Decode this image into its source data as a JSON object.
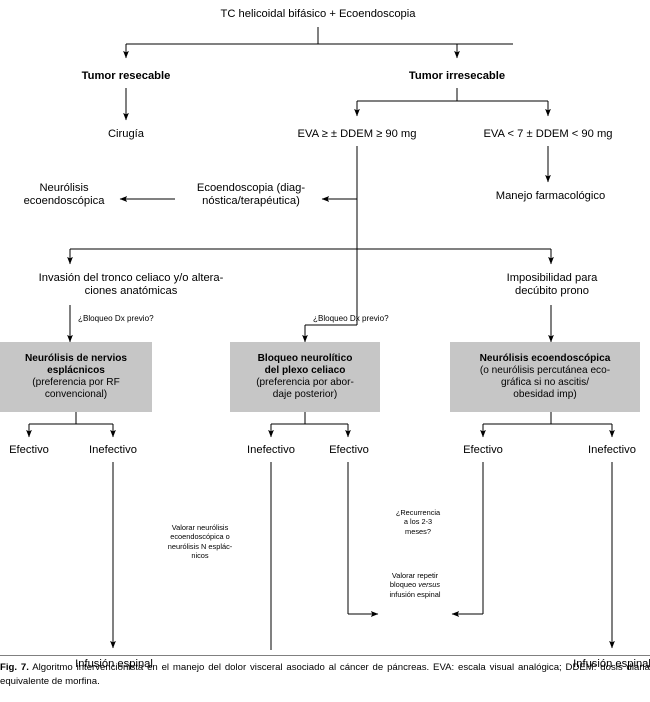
{
  "figure": {
    "label": "Fig. 7.",
    "caption": "Algoritmo intervencionista en el manejo del dolor visceral asociado al cáncer de páncreas. EVA: escala visual analógica; DDEM: dosis diaria equivalente de morfina.",
    "background_color": "#ffffff",
    "box_fill_color": "#c6c6c6",
    "line_color": "#000000"
  },
  "nodes": {
    "root": "TC helicoidal bifásico + Ecoendoscopia",
    "resectable": "Tumor resecable",
    "irresectable": "Tumor irresecable",
    "surgery": "Cirugía",
    "eva_high": "EVA ≥ ± DDEM ≥ 90 mg",
    "eva_low": "EVA < 7 ± DDEM < 90 mg",
    "pharma": "Manejo farmacológico",
    "echo_diag": "Ecoendoscopia (diag-\nnóstica/terapéutica)",
    "echo_neuro": "Neurólisis\necoendoscópica",
    "celiac_invasion": "Invasión del tronco celiaco y/o altera-\nciones anatómicas",
    "prone_impossible": "Imposibilidad para\ndecúbito prono",
    "q_block_left": "¿Bloqueo Dx previo?",
    "q_block_mid": "¿Bloqueo Dx previo?"
  },
  "boxes": [
    {
      "id": "splanchnic",
      "title": "Neurólisis de nervios\nesplácnicos",
      "sub": "(preferencia por RF\nconvencional)"
    },
    {
      "id": "celiac-plexus",
      "title": "Bloqueo neurolítico\ndel plexo celiaco",
      "sub": "(preferencia por abor-\ndaje posterior)"
    },
    {
      "id": "echo-neurolysis",
      "title": "Neurólisis ecoendoscópica",
      "sub": "(o neurólisis percutánea eco-\ngráfica si no ascitis/\nobesidad imp)"
    }
  ],
  "outcomes": {
    "left_effective": "Efectivo",
    "left_ineffective": "Inefectivo",
    "mid_ineffective": "Inefectivo",
    "mid_effective": "Efectivo",
    "right_effective": "Efectivo",
    "right_ineffective": "Inefectivo"
  },
  "annotations": {
    "assess_neurolysis": "Valorar neurólisis\necoendoscópica o\nneurólisis N esplác-\nnicos",
    "recurrence": "¿Recurrencia\na los 2-3\nmeses?",
    "repeat_block_pre": "Valorar repetir\nbloqueo ",
    "repeat_block_italic": "versus",
    "repeat_block_post": "\ninfusión espinal"
  },
  "endpoints": {
    "spinal_left": "Infusión espinal",
    "spinal_right": "Infusión espinal"
  }
}
